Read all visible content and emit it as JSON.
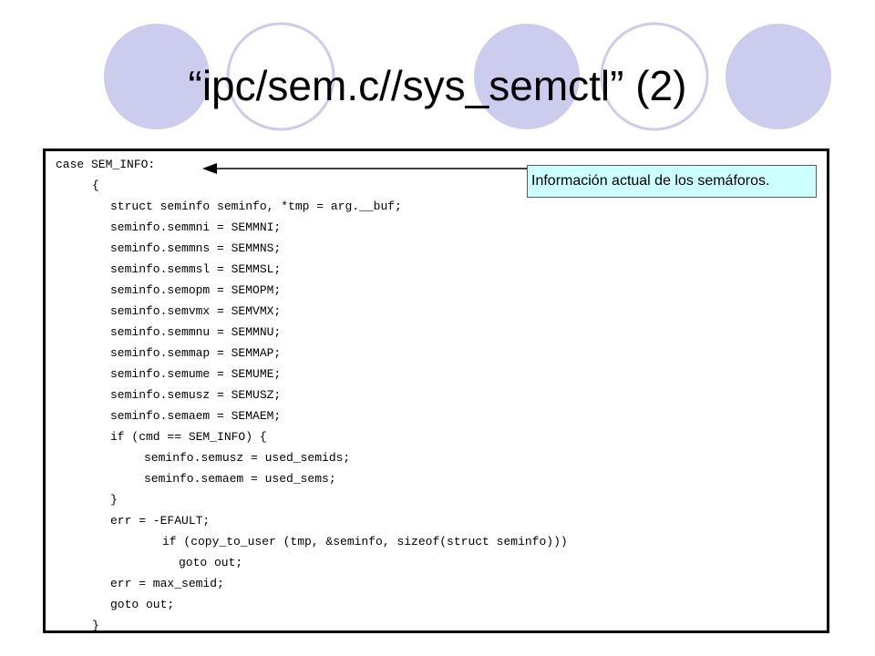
{
  "title": "“ipc/sem.c//sys_semctl” (2)",
  "callout": "Información actual de los semáforos.",
  "code_lines": [
    "case SEM_INFO:",
    "{",
    "struct seminfo seminfo, *tmp = arg.__buf;",
    "seminfo.semmni = SEMMNI;",
    "seminfo.semmns = SEMMNS;",
    "seminfo.semmsl = SEMMSL;",
    "seminfo.semopm = SEMOPM;",
    "seminfo.semvmx = SEMVMX;",
    "seminfo.semmnu = SEMMNU;",
    "seminfo.semmap = SEMMAP;",
    "seminfo.semume = SEMUME;",
    "seminfo.semusz = SEMUSZ;",
    "seminfo.semaem = SEMAEM;",
    "if (cmd == SEM_INFO) {",
    "seminfo.semusz = used_semids;",
    "seminfo.semaem = used_sems;",
    "}",
    "err = -EFAULT;",
    "if (copy_to_user (tmp, &seminfo, sizeof(struct seminfo)))",
    "goto out;",
    "err = max_semid;",
    "goto out;",
    "}"
  ],
  "colors": {
    "decor_circle": "#ccccee",
    "callout_fill": "#ccffff"
  }
}
